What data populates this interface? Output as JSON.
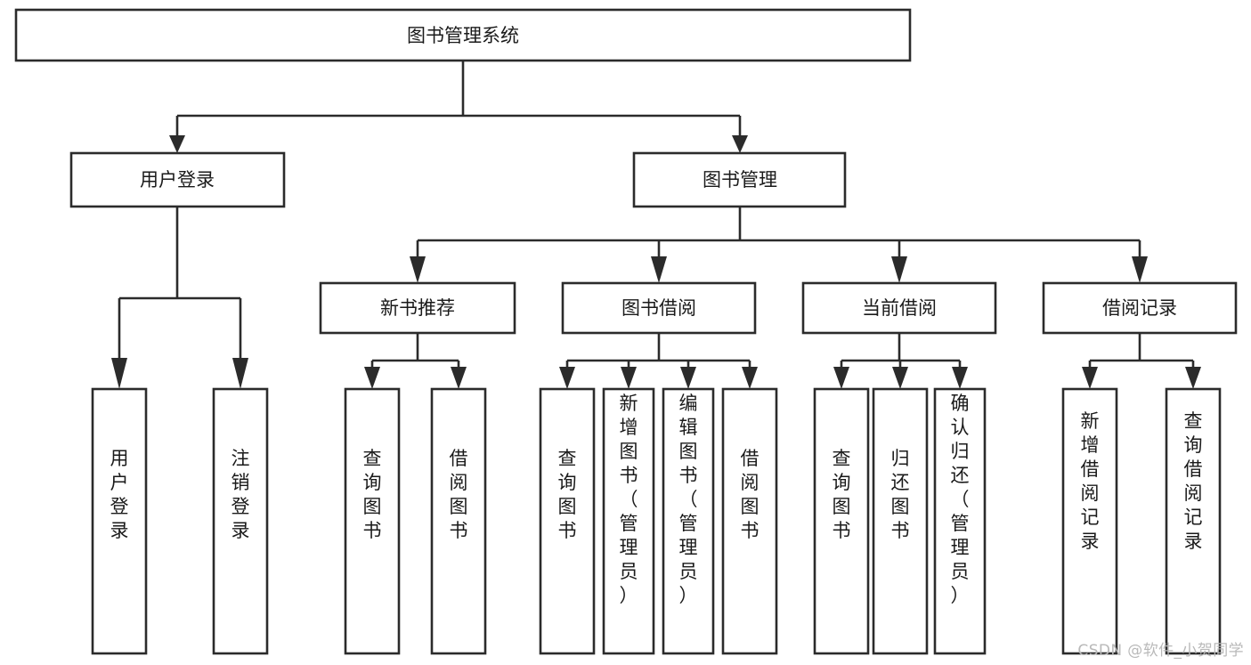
{
  "diagram": {
    "type": "tree-hierarchy-chart",
    "title": "图书管理系统",
    "colors": {
      "box_fill": "#ffffff",
      "box_stroke": "#2b2b2b",
      "text": "#1a1a1a",
      "background": "#ffffff",
      "watermark": "#b9b9b9"
    },
    "root": {
      "label": "图书管理系统"
    },
    "level1": [
      {
        "label": "用户登录"
      },
      {
        "label": "图书管理"
      }
    ],
    "level2": [
      {
        "label": "新书推荐"
      },
      {
        "label": "图书借阅"
      },
      {
        "label": "当前借阅"
      },
      {
        "label": "借阅记录"
      }
    ],
    "leaves": {
      "user_login": [
        {
          "label": "用户登录"
        },
        {
          "label": "注销登录"
        }
      ],
      "new_book_recommend": [
        {
          "label": "查询图书"
        },
        {
          "label": "借阅图书"
        }
      ],
      "book_borrow": [
        {
          "label": "查询图书"
        },
        {
          "label": "新增图书（管理员）"
        },
        {
          "label": "编辑图书（管理员）"
        },
        {
          "label": "借阅图书"
        }
      ],
      "current_borrow": [
        {
          "label": "查询图书"
        },
        {
          "label": "归还图书"
        },
        {
          "label": "确认归还（管理员）"
        }
      ],
      "borrow_records": [
        {
          "label": "新增借阅记录"
        },
        {
          "label": "查询借阅记录"
        }
      ]
    }
  },
  "watermark": {
    "text": "CSDN @软件_小贺同学"
  }
}
